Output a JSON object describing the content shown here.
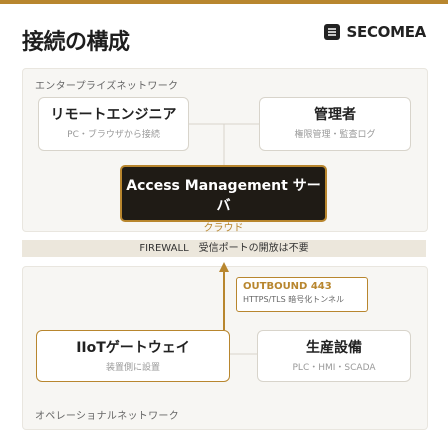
{
  "header": {
    "title": "接続の構成",
    "brand": "SECOMEA",
    "brand_icon": "secomea-logo-icon"
  },
  "enterprise": {
    "label": "エンタープライズネットワーク",
    "remote": {
      "title": "リモートエンジニア",
      "subtitle": "PC・ブラウザから接続"
    },
    "admin": {
      "title": "管理者",
      "subtitle": "権限管理・監査ログ"
    },
    "access": {
      "title": "Access Management サーバ",
      "subtitle": "クラウド"
    }
  },
  "firewall": {
    "text": "FIREWALL　受信ポートの開放は不要"
  },
  "outbound": {
    "title": "OUTBOUND 443",
    "subtitle": "HTTPS/TLS 暗号化トンネル"
  },
  "operational": {
    "label": "オペレーショナルネットワーク",
    "gateway": {
      "title": "IIoTゲートウェイ",
      "subtitle": "装置側に設置"
    },
    "production": {
      "title": "生産設備",
      "subtitle": "PLC・HMI・SCADA"
    }
  },
  "colors": {
    "accent": "#b8862e",
    "dark": "#1f1b15",
    "panel": "#f7f6f3"
  }
}
